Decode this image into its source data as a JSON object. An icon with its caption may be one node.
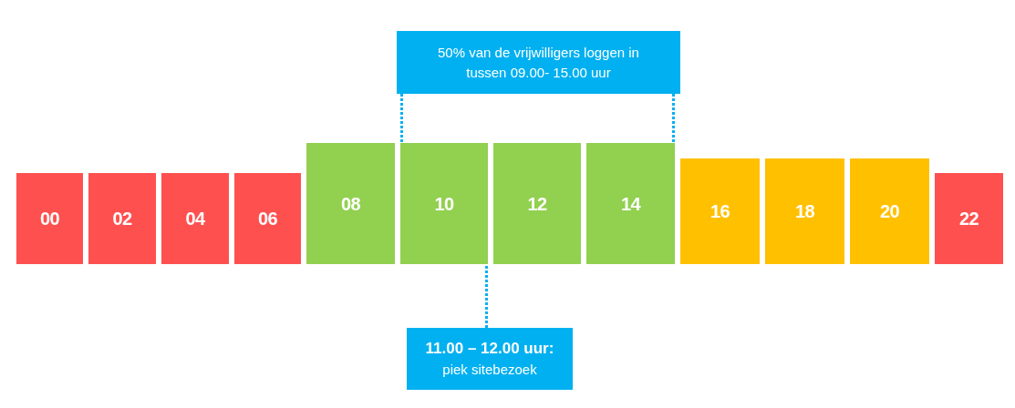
{
  "diagram": {
    "nodes": [
      {
        "text": [
          "50% van de vrijwilligers loggen in tussen 09.00- 15.00 uur"
        ]
      },
      {
        "text": [
          "00"
        ]
      },
      {
        "text": [
          "02"
        ]
      },
      {
        "text": [
          "04"
        ]
      },
      {
        "text": [
          "06"
        ]
      },
      {
        "text": [
          "08"
        ]
      },
      {
        "text": [
          "10"
        ]
      },
      {
        "text": [
          "12"
        ]
      },
      {
        "text": [
          "14"
        ]
      },
      {
        "text": [
          "16"
        ]
      },
      {
        "text": [
          "18"
        ]
      },
      {
        "text": [
          "20"
        ]
      },
      {
        "text": [
          "22"
        ]
      },
      {
        "text": [
          "11.00 – 12.00 uur:",
          "piek sitebezoek"
        ]
      }
    ],
    "edges": [
      {
        "from": 0,
        "to": 6,
        "arrow": "none",
        "style": "dashed"
      },
      {
        "from": 0,
        "to": 8,
        "arrow": "none",
        "style": "dashed"
      },
      {
        "from": 13,
        "to": 6,
        "arrow": "none",
        "style": "dashed"
      }
    ]
  }
}
